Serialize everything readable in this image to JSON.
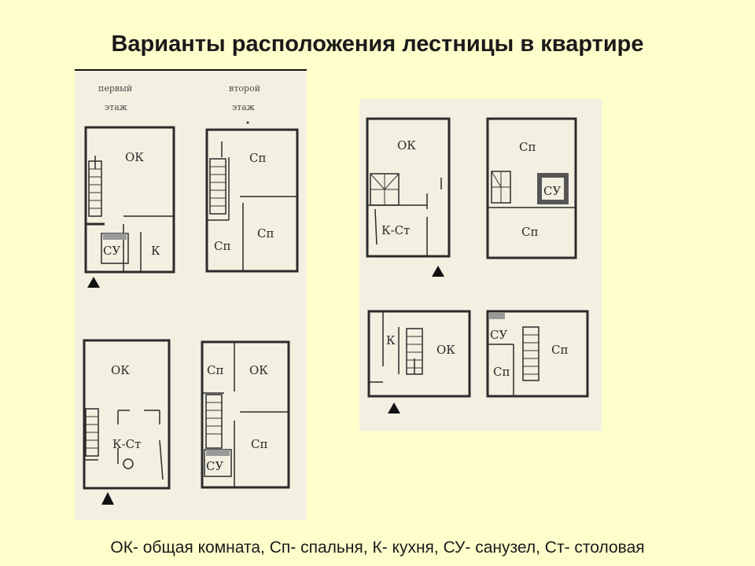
{
  "title": "Варианты расположения лестницы в квартире",
  "caption": "ОК- общая комната, Сп- спальня, К- кухня, СУ- санузел, Ст- столовая",
  "floor_labels": {
    "first_line1": "первый",
    "first_line2": "этаж",
    "second_line1": "второй",
    "second_line2": "этаж"
  },
  "rooms": {
    "ok": "ОК",
    "sp": "Сп",
    "su": "СУ",
    "k": "К",
    "kst": "К-Ст"
  },
  "colors": {
    "background": "#ffffcc",
    "panel": "#f3f0e1",
    "ink": "#2b2b2b"
  }
}
